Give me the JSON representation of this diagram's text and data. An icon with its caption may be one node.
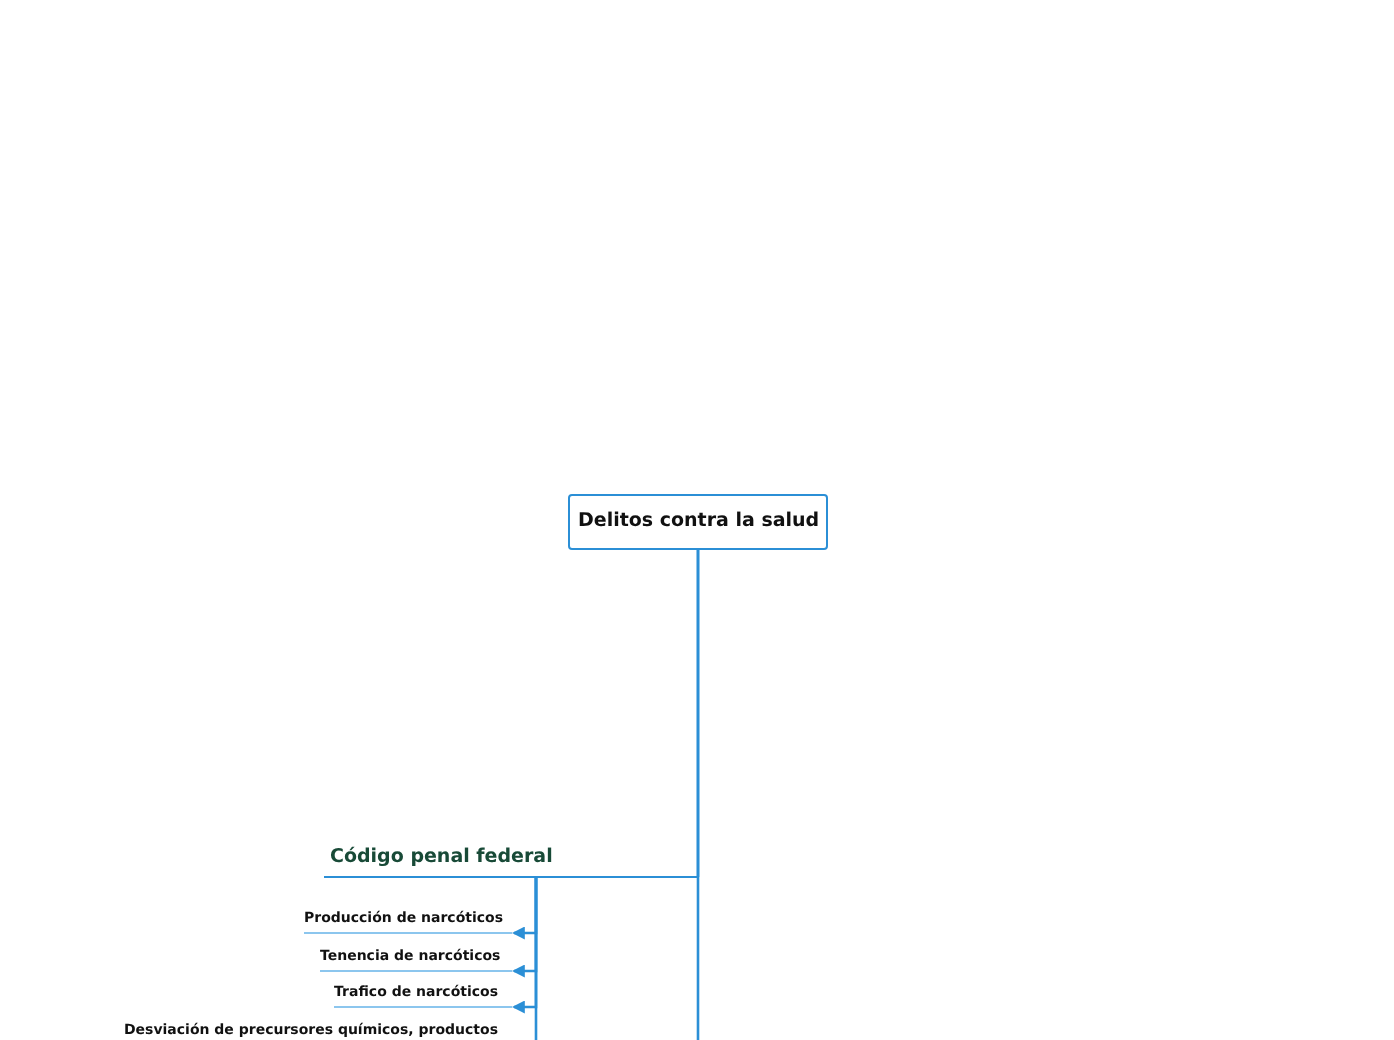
{
  "diagram": {
    "nodes": [
      {
        "text": [
          "Delitos contra la salud"
        ]
      },
      {
        "text": [
          "Código penal federal"
        ]
      },
      {
        "text": [
          "Producción de narcóticos"
        ]
      },
      {
        "text": [
          "Tenencia de narcóticos"
        ]
      },
      {
        "text": [
          "Trafico de narcóticos"
        ]
      },
      {
        "text": [
          "Desviación de precursores químicos, productos"
        ]
      }
    ],
    "edges": [
      {
        "from": 0,
        "to": 1,
        "arrow": "none"
      },
      {
        "from": 1,
        "to": 2,
        "arrow": "to"
      },
      {
        "from": 1,
        "to": 3,
        "arrow": "to"
      },
      {
        "from": 1,
        "to": 4,
        "arrow": "to"
      },
      {
        "from": 1,
        "to": 5,
        "arrow": "to"
      },
      {
        "from": 0,
        "to": null,
        "arrow": "none"
      }
    ]
  }
}
